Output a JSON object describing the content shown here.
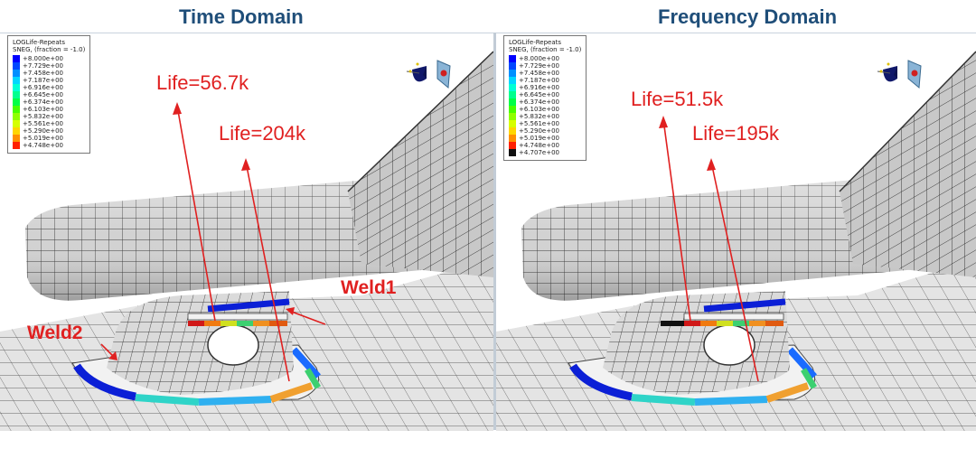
{
  "left": {
    "title": "Time Domain",
    "legend": {
      "title": "LOGLife-Repeats",
      "subtitle": "SNEG, (fraction = -1.0)",
      "entries": [
        {
          "value": "+8.000e+00",
          "color": "#0000ff"
        },
        {
          "value": "+7.729e+00",
          "color": "#0047ff"
        },
        {
          "value": "+7.458e+00",
          "color": "#008fff"
        },
        {
          "value": "+7.187e+00",
          "color": "#00d6ff"
        },
        {
          "value": "+6.916e+00",
          "color": "#00ffd6"
        },
        {
          "value": "+6.645e+00",
          "color": "#00ff8f"
        },
        {
          "value": "+6.374e+00",
          "color": "#00ff47"
        },
        {
          "value": "+6.103e+00",
          "color": "#47ff00"
        },
        {
          "value": "+5.832e+00",
          "color": "#8fff00"
        },
        {
          "value": "+5.561e+00",
          "color": "#d6ff00"
        },
        {
          "value": "+5.290e+00",
          "color": "#ffd600"
        },
        {
          "value": "+5.019e+00",
          "color": "#ff8f00"
        },
        {
          "value": "+4.748e+00",
          "color": "#ff2000"
        }
      ]
    },
    "life_top": "Life=56.7k",
    "life_bottom": "Life=204k",
    "weld1": "Weld1",
    "weld2": "Weld2"
  },
  "right": {
    "title": "Frequency Domain",
    "legend": {
      "title": "LOGLife-Repeats",
      "subtitle": "SNEG, (fraction = -1.0)",
      "entries": [
        {
          "value": "+8.000e+00",
          "color": "#0000ff"
        },
        {
          "value": "+7.729e+00",
          "color": "#0047ff"
        },
        {
          "value": "+7.458e+00",
          "color": "#008fff"
        },
        {
          "value": "+7.187e+00",
          "color": "#00d6ff"
        },
        {
          "value": "+6.916e+00",
          "color": "#00ffd6"
        },
        {
          "value": "+6.645e+00",
          "color": "#00ff8f"
        },
        {
          "value": "+6.374e+00",
          "color": "#00ff47"
        },
        {
          "value": "+6.103e+00",
          "color": "#47ff00"
        },
        {
          "value": "+5.832e+00",
          "color": "#8fff00"
        },
        {
          "value": "+5.561e+00",
          "color": "#d6ff00"
        },
        {
          "value": "+5.290e+00",
          "color": "#ffd600"
        },
        {
          "value": "+5.019e+00",
          "color": "#ff8f00"
        },
        {
          "value": "+4.748e+00",
          "color": "#ff2000"
        },
        {
          "value": "+4.707e+00",
          "color": "#111111"
        }
      ]
    },
    "life_top": "Life=51.5k",
    "life_bottom": "Life=195k"
  },
  "colors": {
    "title": "#1f4e79",
    "annotation": "#e02020",
    "mesh_fill": "#d9d9d9",
    "mesh_line": "#3a3a3a"
  },
  "icons": {
    "view_triad": "view-triad-icon"
  }
}
